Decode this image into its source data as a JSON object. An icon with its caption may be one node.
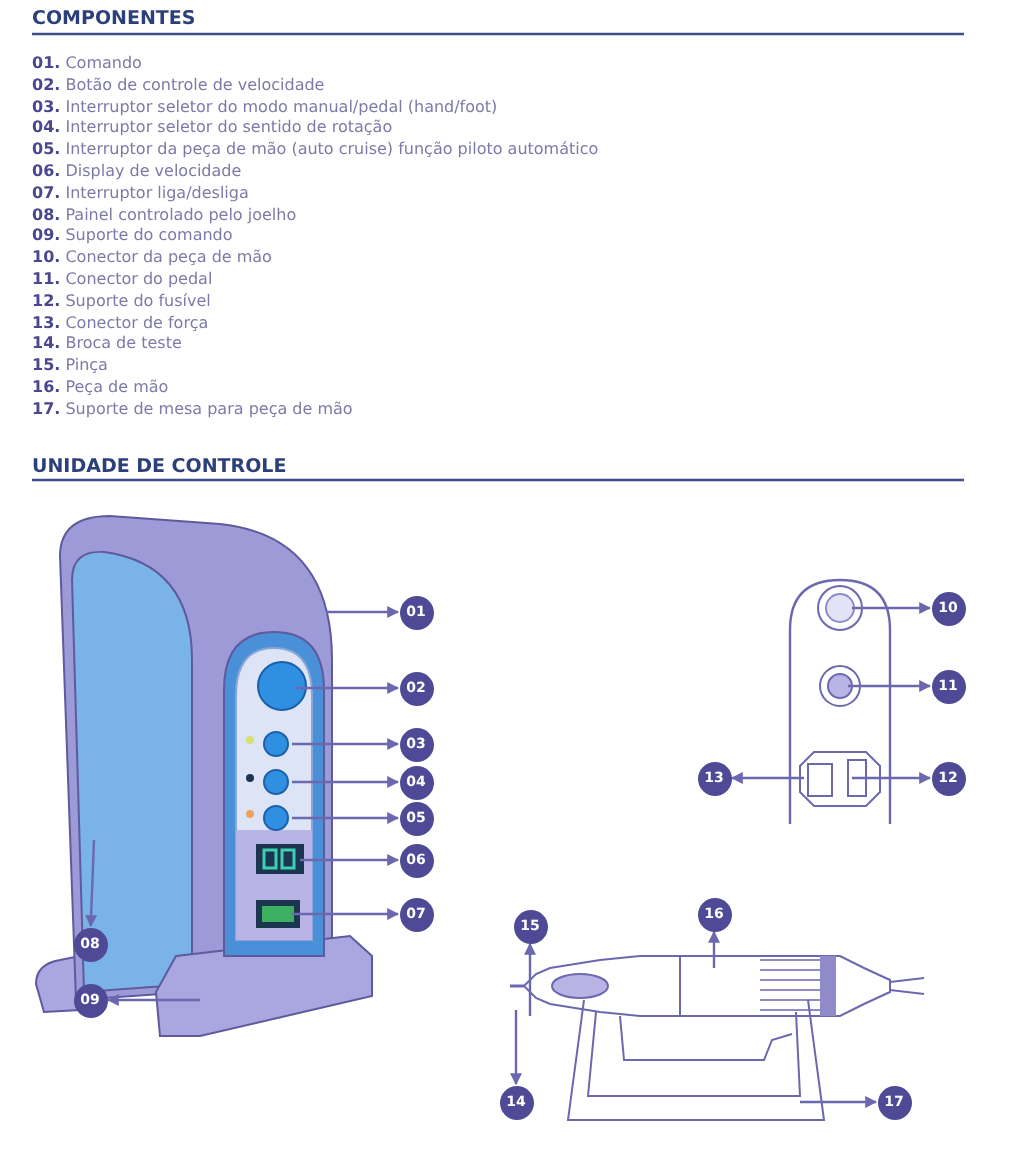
{
  "diagram": {
    "nodes": [
      {
        "text": [
          "01"
        ]
      },
      {
        "text": [
          "02"
        ]
      },
      {
        "text": [
          "03"
        ]
      },
      {
        "text": [
          "04"
        ]
      },
      {
        "text": [
          "05"
        ]
      },
      {
        "text": [
          "06"
        ]
      },
      {
        "text": [
          "07"
        ]
      },
      {
        "text": [
          "08"
        ]
      },
      {
        "text": [
          "09"
        ]
      },
      {
        "text": [
          "10"
        ]
      },
      {
        "text": [
          "11"
        ]
      },
      {
        "text": [
          "12"
        ]
      },
      {
        "text": [
          "13"
        ]
      },
      {
        "text": [
          "14"
        ]
      },
      {
        "text": [
          "15"
        ]
      },
      {
        "text": [
          "16"
        ]
      },
      {
        "text": [
          "17"
        ]
      }
    ],
    "edges": [
      {
        "from": null,
        "to": 0,
        "arrow": "to"
      },
      {
        "from": null,
        "to": 1,
        "arrow": "to"
      },
      {
        "from": null,
        "to": 2,
        "arrow": "to"
      },
      {
        "from": null,
        "to": 3,
        "arrow": "to"
      },
      {
        "from": null,
        "to": 4,
        "arrow": "to"
      },
      {
        "from": null,
        "to": 5,
        "arrow": "to"
      },
      {
        "from": null,
        "to": 6,
        "arrow": "to"
      },
      {
        "from": null,
        "to": 7,
        "arrow": "to"
      },
      {
        "from": null,
        "to": 8,
        "arrow": "to"
      },
      {
        "from": null,
        "to": 9,
        "arrow": "to"
      },
      {
        "from": null,
        "to": 10,
        "arrow": "to"
      },
      {
        "from": null,
        "to": 11,
        "arrow": "to"
      },
      {
        "from": null,
        "to": 12,
        "arrow": "to"
      },
      {
        "from": null,
        "to": 13,
        "arrow": "to"
      },
      {
        "from": null,
        "to": 14,
        "arrow": "to"
      },
      {
        "from": null,
        "to": 15,
        "arrow": "to"
      },
      {
        "from": null,
        "to": 16,
        "arrow": "to"
      }
    ],
    "labels": [
      "COMPONENTES",
      "**01.** Comando",
      "**02.** Botão de controle de velocidade",
      "**03.** Interruptor seletor do modo manual/pedal (hand/foot)",
      "**04.** Interruptor seletor do sentido de rotação",
      "**05.** Interruptor da peça de mão (auto cruise) função piloto automático",
      "**06.** Display de velocidade",
      "**07.** Interruptor liga/desliga",
      "**08.** Painel controlado pelo joelho",
      "**09.** Suporte do comando",
      "**10.** Conector da peça de mão",
      "**11.** Conector do pedal",
      "**12.** Suporte do fusível",
      "**13.** Conector de força",
      "**14.** Broca de teste",
      "**15.** Pinça",
      "**16.** Peça de mão",
      "**17.** Suporte de mesa para peça de mão",
      "UNIDADE DE CONTROLE"
    ]
  }
}
